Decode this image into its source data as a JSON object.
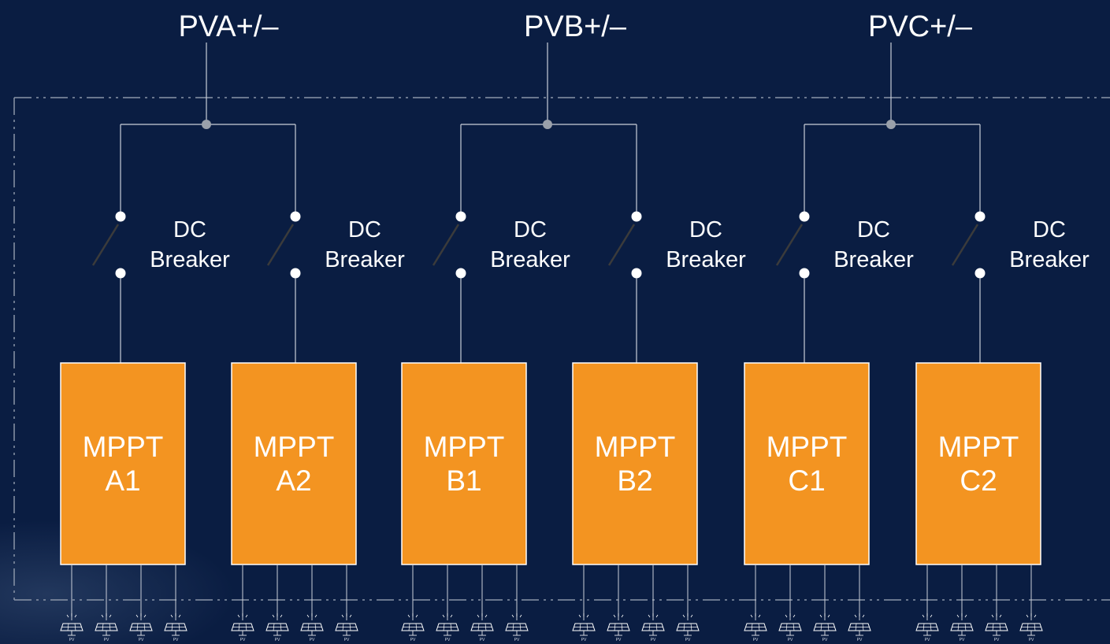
{
  "groups": [
    {
      "port_label": "PVA+/–",
      "units": [
        {
          "breaker_label": [
            "DC",
            "Breaker"
          ],
          "mppt_label": [
            "MPPT",
            "A1"
          ]
        },
        {
          "breaker_label": [
            "DC",
            "Breaker"
          ],
          "mppt_label": [
            "MPPT",
            "A2"
          ]
        }
      ]
    },
    {
      "port_label": "PVB+/–",
      "units": [
        {
          "breaker_label": [
            "DC",
            "Breaker"
          ],
          "mppt_label": [
            "MPPT",
            "B1"
          ]
        },
        {
          "breaker_label": [
            "DC",
            "Breaker"
          ],
          "mppt_label": [
            "MPPT",
            "B2"
          ]
        }
      ]
    },
    {
      "port_label": "PVC+/–",
      "units": [
        {
          "breaker_label": [
            "DC",
            "Breaker"
          ],
          "mppt_label": [
            "MPPT",
            "C1"
          ]
        },
        {
          "breaker_label": [
            "DC",
            "Breaker"
          ],
          "mppt_label": [
            "MPPT",
            "C2"
          ]
        }
      ]
    }
  ],
  "pv_panel_label": "PV",
  "pv_panels_per_mppt": 4,
  "colors": {
    "background": "#0a1d42",
    "mppt_fill": "#f39421",
    "line": "#c9ced8",
    "junction": "#9aa0aa",
    "boundary": "#8a95a8",
    "text": "#ffffff"
  }
}
